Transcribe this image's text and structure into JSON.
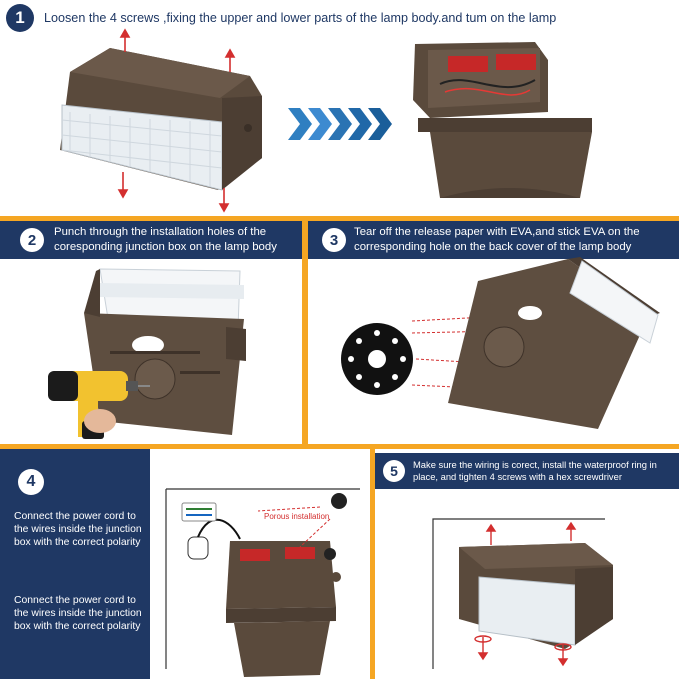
{
  "step1": {
    "number": "1",
    "text": "Loosen the 4 screws ,fixing the upper and lower parts of the lamp body.and tum on the lamp"
  },
  "step2": {
    "number": "2",
    "text": "Punch through the installation holes of the coresponding junction box on the lamp body"
  },
  "step3": {
    "number": "3",
    "text": "Tear off the release paper with EVA,and stick EVA on the corresponding hole on the back cover of the lamp body"
  },
  "step4": {
    "number": "4",
    "caption_a": "Connect the power cord to the wires inside the junction box with the correct polarity",
    "caption_b": "Connect the power cord to the wires inside the junction box with the correct polarity",
    "porous_label": "Porous installation"
  },
  "step5": {
    "number": "5",
    "text": "Make sure the wiring is corect, install the waterproof ring in place, and tighten 4 screws with a hex screwdriver"
  },
  "colors": {
    "frame": "#f5a623",
    "header_bg": "#1f3864",
    "lamp_body": "#5a4a3c",
    "red_arrow": "#d32f2f",
    "blue_chevron": "#2f7fc1"
  }
}
